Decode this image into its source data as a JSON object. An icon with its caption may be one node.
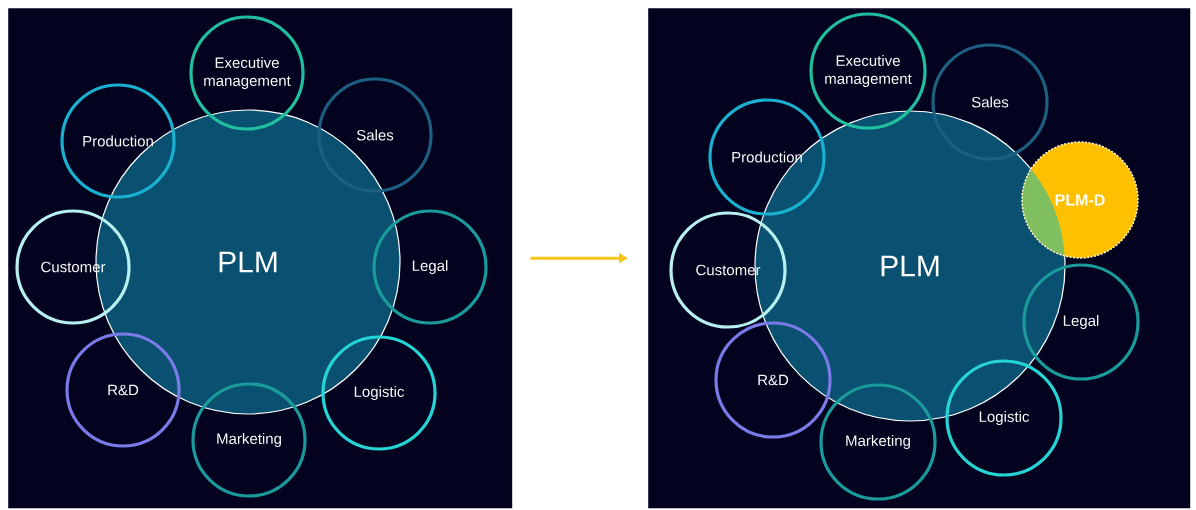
{
  "diagram": {
    "nodes": [
      {
        "text": [],
        "shape": "box"
      },
      {
        "text": [
          "PLM"
        ],
        "in": 0
      },
      {
        "text": [
          "Executive management"
        ],
        "in": 0
      },
      {
        "text": [
          "Sales"
        ],
        "in": 0
      },
      {
        "text": [
          "Legal"
        ],
        "in": 0
      },
      {
        "text": [
          "Logistic"
        ],
        "in": 0
      },
      {
        "text": [
          "Marketing"
        ],
        "in": 0
      },
      {
        "text": [
          "R&D"
        ],
        "in": 0
      },
      {
        "text": [
          "Customer"
        ],
        "in": 0
      },
      {
        "text": [
          "Production"
        ],
        "in": 0
      },
      {
        "text": [],
        "shape": "box"
      },
      {
        "text": [
          "PLM"
        ],
        "in": 10
      },
      {
        "text": [
          "Executive management"
        ],
        "in": 10
      },
      {
        "text": [
          "Sales"
        ],
        "in": 10
      },
      {
        "text": [
          "PLM-D"
        ],
        "in": 10
      },
      {
        "text": [
          "Legal"
        ],
        "in": 10
      },
      {
        "text": [
          "Logistic"
        ],
        "in": 10
      },
      {
        "text": [
          "Marketing"
        ],
        "in": 10
      },
      {
        "text": [
          "R&D"
        ],
        "in": 10
      },
      {
        "text": [
          "Customer"
        ],
        "in": 10
      },
      {
        "text": [
          "Production"
        ],
        "in": 10
      }
    ],
    "edges": [
      {
        "from": 0,
        "to": 10,
        "arrow": "to"
      }
    ]
  }
}
